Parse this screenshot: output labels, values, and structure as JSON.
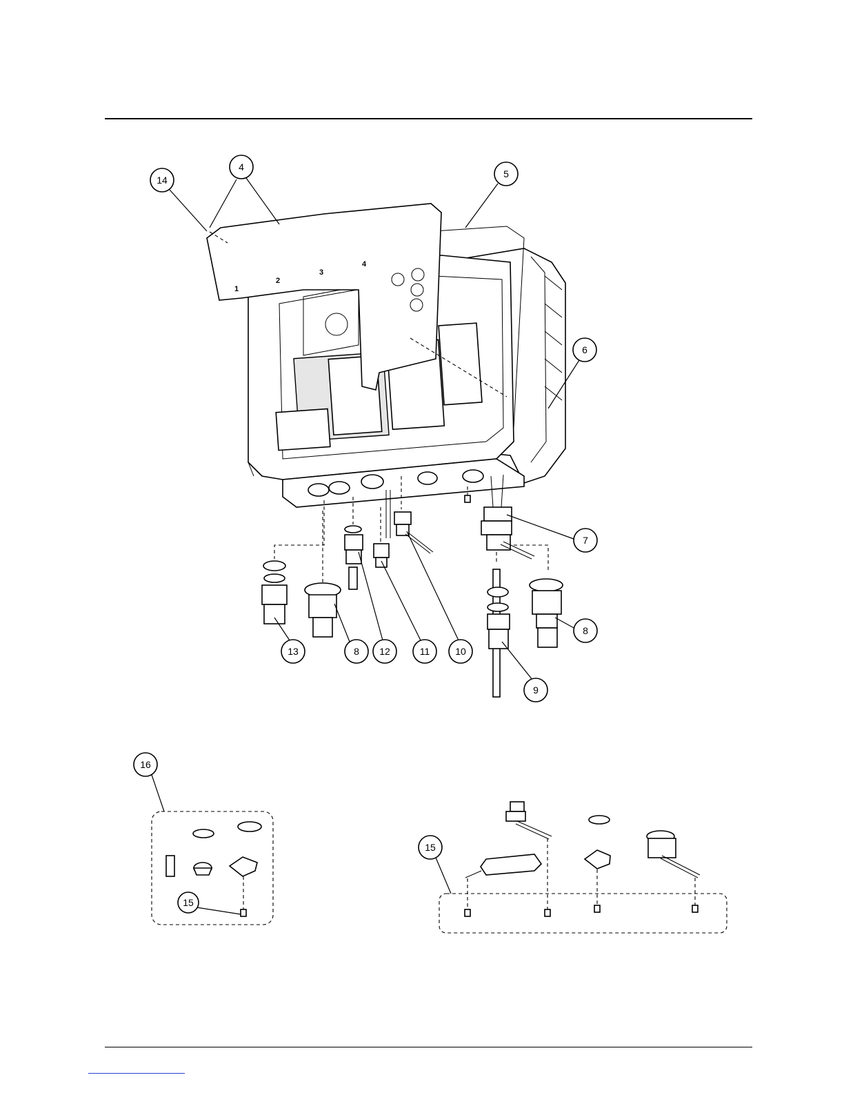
{
  "callouts": {
    "c4": "4",
    "c5": "5",
    "c6": "6",
    "c7": "7",
    "c8a": "8",
    "c8b": "8",
    "c9": "9",
    "c10": "10",
    "c11": "11",
    "c12": "12",
    "c13": "13",
    "c14": "14",
    "c15a": "15",
    "c15b": "15",
    "c16": "16"
  },
  "slot_labels": [
    "1",
    "2",
    "3",
    "4"
  ]
}
